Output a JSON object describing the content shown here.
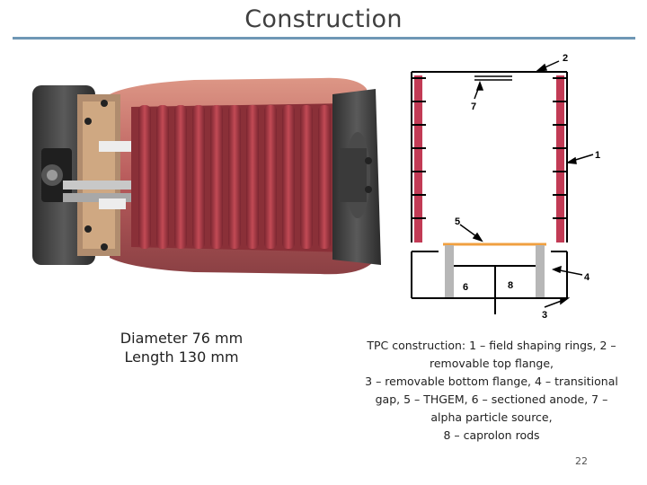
{
  "slide": {
    "title": "Construction",
    "dimensions": [
      "Diameter 76 mm",
      "Length 130 mm"
    ],
    "caption_lines": [
      "TPC construction: 1 – field shaping rings, 2 –",
      "removable top flange,",
      "3 – removable bottom flange, 4 – transitional",
      "gap,   5 – THGEM, 6 – sectioned anode, 7 –",
      "alpha particle source,",
      "8 – caprolon rods"
    ],
    "page_number": "22"
  },
  "schematic": {
    "labels": [
      "1",
      "2",
      "3",
      "4",
      "5",
      "6",
      "7",
      "8"
    ]
  },
  "colors": {
    "ring_red": "#c23b55",
    "rod_gray": "#b7b7b7",
    "thgem_orange": "#f0a040",
    "title_rule": "#6f97b5"
  }
}
